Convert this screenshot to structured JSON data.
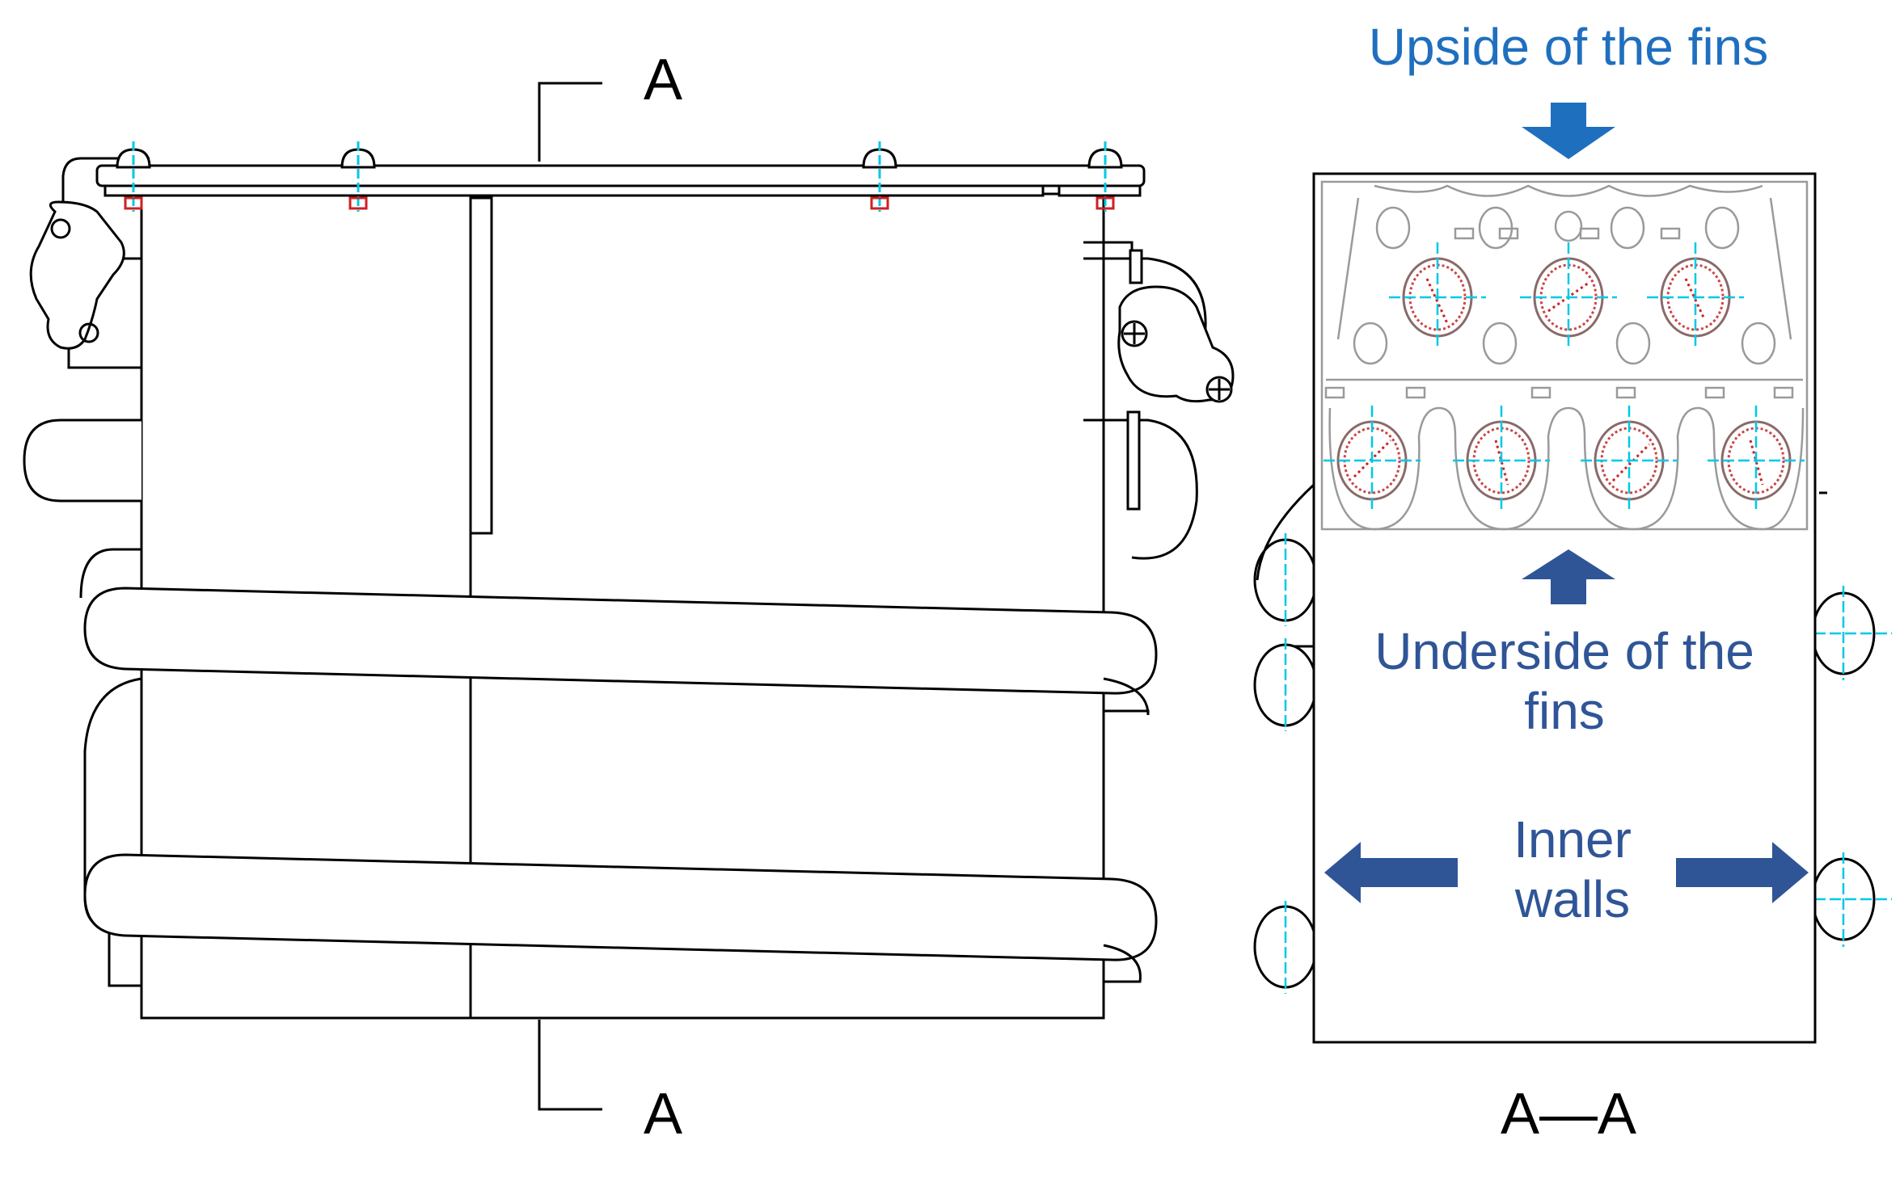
{
  "labels": {
    "section_marker_top": "A",
    "section_marker_bottom": "A",
    "section_title": "A—A",
    "upside_of_fins": "Upside of the fins",
    "underside_line1": "Underside of the",
    "underside_line2": "fins",
    "inner_walls_line1": "Inner",
    "inner_walls_line2": "walls"
  },
  "colors": {
    "arrow_upside": "#1f6fbf",
    "arrow_underside": "#2f5597",
    "arrow_inner": "#2f5597",
    "centerline": "#00c8e6",
    "hidden_detail": "#cc2222",
    "outline": "#000000",
    "fin_outline": "#9a9a9a"
  },
  "icons": [
    "down-arrow-icon",
    "up-arrow-icon",
    "left-arrow-icon",
    "right-arrow-icon",
    "thermostat-icon",
    "bolt-icon"
  ]
}
